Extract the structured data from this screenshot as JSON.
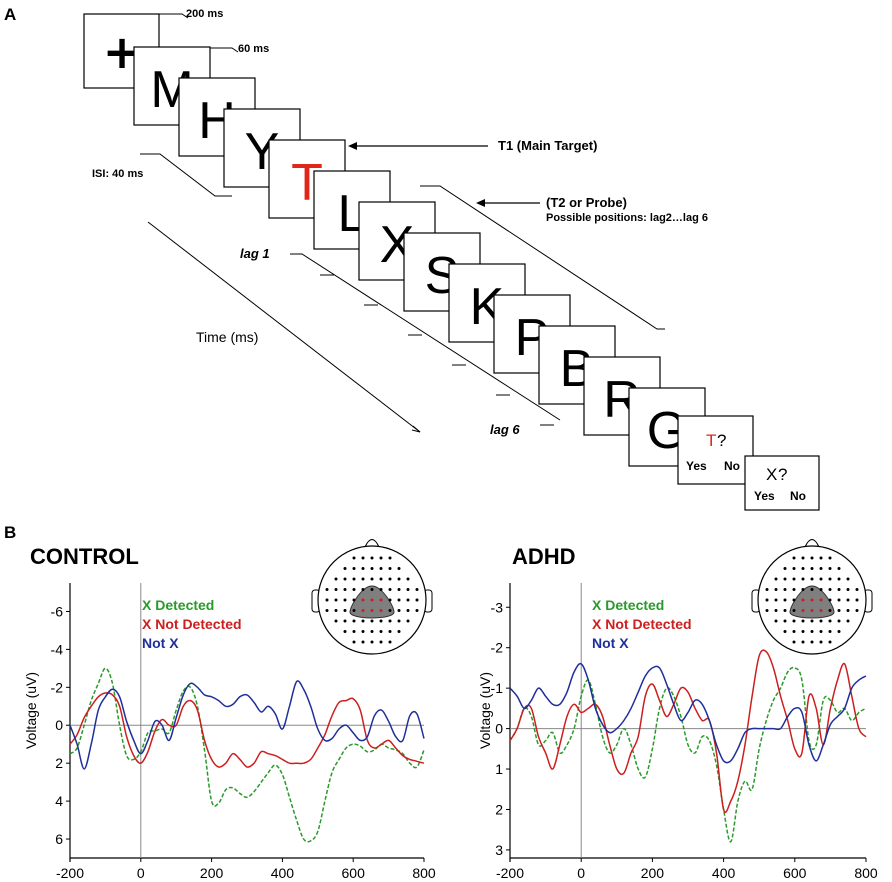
{
  "panel_a": {
    "label": "A",
    "timing_fixation": "200 ms",
    "timing_letter": "60 ms",
    "isi": "ISI: 40 ms",
    "t1_annotation": "T1 (Main Target)",
    "t2_annotation": "(T2 or Probe)",
    "t2_positions": "Possible positions: lag2…lag 6",
    "lag1": "lag 1",
    "lag6": "lag 6",
    "time_axis": "Time (ms)",
    "fixation": "+",
    "stream": [
      {
        "letter": "M",
        "color": "#000000"
      },
      {
        "letter": "H",
        "color": "#000000"
      },
      {
        "letter": "Y",
        "color": "#000000"
      },
      {
        "letter": "T",
        "color": "#e0251b"
      },
      {
        "letter": "L",
        "color": "#000000"
      },
      {
        "letter": "X",
        "color": "#000000"
      },
      {
        "letter": "S",
        "color": "#000000"
      },
      {
        "letter": "K",
        "color": "#000000"
      },
      {
        "letter": "P",
        "color": "#000000"
      },
      {
        "letter": "B",
        "color": "#000000"
      },
      {
        "letter": "R",
        "color": "#000000"
      },
      {
        "letter": "G",
        "color": "#000000"
      }
    ],
    "question1": {
      "target": "T",
      "mark": "?",
      "yes": "Yes",
      "no": "No",
      "target_color": "#e0251b"
    },
    "question2": {
      "target": "X",
      "mark": "?",
      "yes": "Yes",
      "no": "No"
    }
  },
  "panel_b": {
    "label": "B"
  },
  "colors": {
    "detected": "#2a9a2a",
    "not_detected": "#cc1f1f",
    "not_x": "#1f2f9a",
    "electrode_region": "#7f7f7f",
    "electrode_dots": "#cc1f1f"
  },
  "chart_data": [
    {
      "type": "line",
      "title": "CONTROL",
      "xlabel": "",
      "ylabel": "Voltage (uV)",
      "xlim": [
        -200,
        800
      ],
      "ylim": [
        7,
        -7.5
      ],
      "x_ticks": [
        -200,
        0,
        200,
        400,
        600,
        800
      ],
      "y_ticks": [
        -6,
        -4,
        -2,
        0,
        2,
        4,
        6
      ],
      "series": [
        {
          "name": "X Detected",
          "color": "#2a9a2a",
          "dash": true,
          "x": [
            -200,
            -180,
            -160,
            -140,
            -120,
            -100,
            -80,
            -60,
            -40,
            -20,
            0,
            20,
            40,
            60,
            80,
            100,
            120,
            140,
            160,
            180,
            200,
            220,
            240,
            260,
            280,
            300,
            320,
            340,
            360,
            380,
            400,
            420,
            440,
            460,
            480,
            500,
            520,
            540,
            560,
            580,
            600,
            620,
            640,
            660,
            680,
            700,
            720,
            740,
            760,
            780,
            800
          ],
          "y": [
            1.5,
            1.2,
            0,
            -1.3,
            -2.2,
            -3.0,
            -2.2,
            0,
            1.6,
            1.8,
            1.4,
            0.4,
            0.3,
            0.2,
            0.4,
            -0.8,
            -1.8,
            -2.0,
            -1.0,
            1.3,
            4.0,
            4.1,
            3.4,
            3.3,
            3.6,
            3.8,
            3.5,
            3.0,
            2.5,
            2.1,
            2.6,
            3.8,
            5.0,
            6.0,
            6.1,
            5.6,
            4.0,
            2.5,
            1.8,
            1.2,
            1.0,
            1.1,
            1.4,
            1.3,
            1.0,
            1.2,
            1.3,
            1.5,
            2.0,
            2.2,
            1.3
          ]
        },
        {
          "name": "X Not Detected",
          "color": "#cc1f1f",
          "dash": false,
          "x": [
            -200,
            -180,
            -160,
            -140,
            -120,
            -100,
            -80,
            -60,
            -40,
            -20,
            0,
            20,
            40,
            60,
            80,
            100,
            120,
            140,
            160,
            180,
            200,
            220,
            240,
            260,
            280,
            300,
            320,
            340,
            360,
            380,
            400,
            420,
            440,
            460,
            480,
            500,
            520,
            540,
            560,
            580,
            600,
            620,
            640,
            660,
            680,
            700,
            720,
            740,
            760,
            780,
            800
          ],
          "y": [
            1.0,
            0.5,
            -0.4,
            -1.0,
            -1.5,
            -1.7,
            -1.6,
            -1.0,
            0.6,
            1.6,
            2.0,
            1.4,
            0.3,
            -0.3,
            0,
            0,
            -1.0,
            -1.3,
            -0.8,
            0.8,
            1.8,
            2.2,
            2.0,
            1.5,
            1.8,
            2.2,
            2.0,
            1.4,
            1.5,
            1.6,
            1.8,
            2.0,
            2.0,
            2.0,
            1.8,
            1.2,
            0.5,
            -0.5,
            -1.2,
            -1.3,
            -1.4,
            -0.8,
            0.8,
            1.2,
            1.0,
            0.8,
            1.2,
            1.6,
            1.8,
            1.9,
            2.0
          ]
        },
        {
          "name": "Not X",
          "color": "#1f2f9a",
          "dash": false,
          "x": [
            -200,
            -180,
            -160,
            -140,
            -120,
            -100,
            -80,
            -60,
            -40,
            -20,
            0,
            20,
            40,
            60,
            80,
            100,
            120,
            140,
            160,
            180,
            200,
            220,
            240,
            260,
            280,
            300,
            320,
            340,
            360,
            380,
            400,
            420,
            440,
            460,
            480,
            500,
            520,
            540,
            560,
            580,
            600,
            620,
            640,
            660,
            680,
            700,
            720,
            740,
            760,
            780,
            800
          ],
          "y": [
            0,
            1.0,
            2.3,
            1.0,
            -0.8,
            -1.5,
            -1.9,
            -1.5,
            -0.2,
            0.8,
            1.5,
            0.8,
            -0.2,
            0,
            0.8,
            -0.4,
            -1.6,
            -2.2,
            -2.0,
            -1.6,
            -1.5,
            -1.3,
            -1.0,
            -1.1,
            -1.5,
            -1.6,
            -1.2,
            -0.7,
            -1.0,
            -0.6,
            0.2,
            -1.0,
            -2.3,
            -1.9,
            -1.0,
            0.2,
            0.8,
            0.7,
            0.2,
            0,
            0.4,
            0.8,
            0.6,
            -0.5,
            -0.8,
            -0.2,
            0.6,
            0.8,
            -0.5,
            -0.6,
            0.7
          ]
        }
      ]
    },
    {
      "type": "line",
      "title": "ADHD",
      "xlabel": "",
      "ylabel": "Voltage (uV)",
      "xlim": [
        -200,
        800
      ],
      "ylim": [
        3.2,
        -3.6
      ],
      "x_ticks": [
        -200,
        0,
        200,
        400,
        600,
        800
      ],
      "y_ticks": [
        -3,
        -2,
        -1,
        0,
        1,
        2,
        3
      ],
      "series": [
        {
          "name": "X Detected",
          "color": "#2a9a2a",
          "dash": true,
          "x": [
            -200,
            -180,
            -160,
            -140,
            -120,
            -100,
            -80,
            -60,
            -40,
            -20,
            0,
            20,
            40,
            60,
            80,
            100,
            120,
            140,
            160,
            180,
            200,
            220,
            240,
            260,
            280,
            300,
            320,
            340,
            360,
            380,
            400,
            420,
            440,
            460,
            480,
            500,
            520,
            540,
            560,
            580,
            600,
            620,
            640,
            660,
            680,
            700,
            720,
            740,
            760,
            780,
            800
          ],
          "y": [
            0.3,
            0,
            -0.5,
            -0.3,
            0.4,
            0.3,
            0.1,
            0.6,
            0.4,
            0,
            -0.8,
            -1.2,
            -0.6,
            0.2,
            0.6,
            0.4,
            0,
            0.4,
            1.0,
            1.2,
            0.5,
            -0.5,
            -1.0,
            -0.8,
            -0.3,
            0.4,
            0.6,
            0.2,
            0.3,
            0.9,
            2.0,
            2.8,
            1.8,
            1.3,
            1.5,
            0.5,
            -0.2,
            -0.7,
            -1.0,
            -1.4,
            -1.5,
            -1.2,
            0.3,
            0.4,
            -0.7,
            -0.7,
            -0.4,
            -0.5,
            -0.2,
            -0.4,
            -0.5
          ]
        },
        {
          "name": "X Not Detected",
          "color": "#cc1f1f",
          "dash": false,
          "x": [
            -200,
            -180,
            -160,
            -140,
            -120,
            -100,
            -80,
            -60,
            -40,
            -20,
            0,
            20,
            40,
            60,
            80,
            100,
            120,
            140,
            160,
            180,
            200,
            220,
            240,
            260,
            280,
            300,
            320,
            340,
            360,
            380,
            400,
            420,
            440,
            460,
            480,
            500,
            520,
            540,
            560,
            580,
            600,
            620,
            640,
            660,
            680,
            700,
            720,
            740,
            760,
            780,
            800
          ],
          "y": [
            0.3,
            0,
            -0.5,
            -0.5,
            0.2,
            0.6,
            1.0,
            0.4,
            -0.3,
            -0.6,
            -0.4,
            -0.5,
            -0.6,
            -0.3,
            0.4,
            1.0,
            1.1,
            0.6,
            0.2,
            -0.8,
            -1.1,
            -0.7,
            -0.3,
            -0.6,
            -1.0,
            -0.9,
            -0.5,
            -0.2,
            -0.2,
            0.6,
            2.0,
            1.8,
            1.3,
            0.4,
            -0.8,
            -1.8,
            -1.9,
            -1.5,
            -0.8,
            -0.2,
            0.5,
            0.6,
            -0.8,
            -0.5,
            0.4,
            -0.5,
            -1.2,
            -1.6,
            -0.8,
            0,
            0.2
          ]
        },
        {
          "name": "Not X",
          "color": "#1f2f9a",
          "dash": false,
          "x": [
            -200,
            -180,
            -160,
            -140,
            -120,
            -100,
            -80,
            -60,
            -40,
            -20,
            0,
            20,
            40,
            60,
            80,
            100,
            120,
            140,
            160,
            180,
            200,
            220,
            240,
            260,
            280,
            300,
            320,
            340,
            360,
            380,
            400,
            420,
            440,
            460,
            480,
            500,
            520,
            540,
            560,
            580,
            600,
            620,
            640,
            660,
            680,
            700,
            720,
            740,
            760,
            780,
            800
          ],
          "y": [
            -1.0,
            -0.8,
            -0.5,
            -0.7,
            -1.0,
            -0.8,
            -0.6,
            -0.6,
            -0.9,
            -1.4,
            -1.6,
            -1.2,
            -0.5,
            -0.1,
            0.1,
            0,
            -0.2,
            -0.5,
            -0.9,
            -1.3,
            -1.5,
            -1.5,
            -1.1,
            -0.6,
            -0.2,
            -0.4,
            -0.7,
            -0.6,
            -0.2,
            0.4,
            0.8,
            0.8,
            0.5,
            0.1,
            0,
            0,
            0,
            0,
            0,
            -0.3,
            -0.5,
            -0.4,
            0.4,
            0.8,
            0.4,
            -0.1,
            -0.3,
            -0.5,
            -1.0,
            -1.2,
            -1.3
          ]
        }
      ]
    }
  ]
}
